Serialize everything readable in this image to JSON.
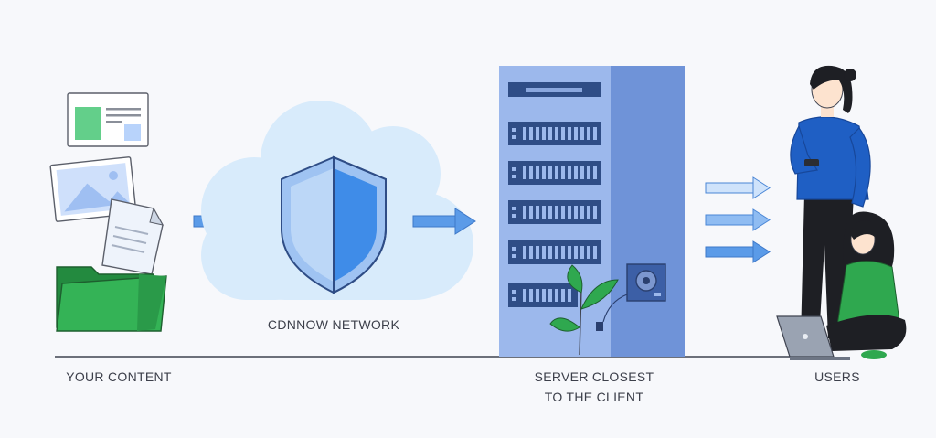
{
  "labels": {
    "content": "YOUR CONTENT",
    "network": "CDNNOW NETWORK",
    "server_line1": "SERVER CLOSEST",
    "server_line2": "TO THE CLIENT",
    "users": "USERS"
  },
  "colors": {
    "background": "#f7f8fb",
    "cloud": "#d8ebfb",
    "shield_dark": "#2f6fd0",
    "shield_light": "#5ea3f0",
    "arrow": "#5b9be8",
    "server_front": "#9cb8ec",
    "server_side": "#6f93d8",
    "folder": "#2fa84f",
    "text": "#3c3f4a"
  },
  "icons": [
    "document-icon",
    "image-icon",
    "file-icon",
    "folder-icon",
    "cloud-icon",
    "shield-icon",
    "server-rack-icon",
    "plant-icon",
    "user-man-icon",
    "user-woman-laptop-icon"
  ]
}
